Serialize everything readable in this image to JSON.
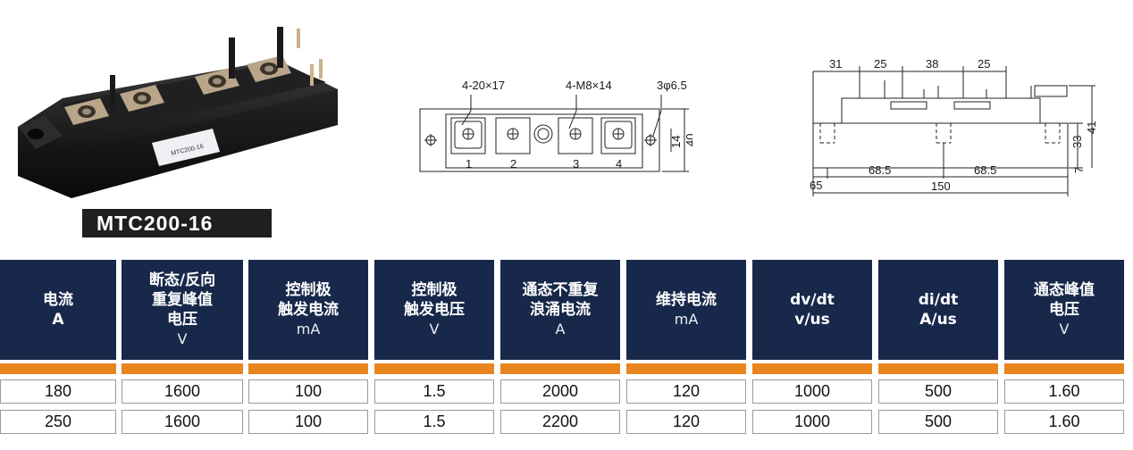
{
  "product": {
    "model": "MTC200-16",
    "photo_label_line1": "MTC200-16"
  },
  "diagram_top": {
    "callout_holes": "4-20×17",
    "callout_screws": "4-M8×14",
    "callout_mount": "3φ6.5",
    "terminal_labels": [
      "1",
      "2",
      "3",
      "4"
    ],
    "dim_14": "14",
    "dim_40": "40"
  },
  "diagram_side": {
    "dims_top": [
      "31",
      "25",
      "38",
      "25"
    ],
    "dim_33": "33",
    "dim_41": "41",
    "dim_7": "7",
    "dims_bottom": [
      "68.5",
      "68.5"
    ],
    "dim_65": "65",
    "dim_150": "150"
  },
  "table": {
    "headers": [
      {
        "lines": [
          "电流",
          "A"
        ],
        "unit": ""
      },
      {
        "lines": [
          "断态/反向",
          "重复峰值",
          "电压"
        ],
        "unit": "V"
      },
      {
        "lines": [
          "控制极",
          "触发电流"
        ],
        "unit": "mA"
      },
      {
        "lines": [
          "控制极",
          "触发电压"
        ],
        "unit": "V"
      },
      {
        "lines": [
          "通态不重复",
          "浪涌电流"
        ],
        "unit": "A"
      },
      {
        "lines": [
          "维持电流"
        ],
        "unit": "mA"
      },
      {
        "lines": [
          "dv/dt",
          "v/us"
        ],
        "unit": ""
      },
      {
        "lines": [
          "di/dt",
          "A/us"
        ],
        "unit": ""
      },
      {
        "lines": [
          "通态峰值",
          "电压"
        ],
        "unit": "V"
      }
    ],
    "rows": [
      [
        "180",
        "1600",
        "100",
        "1.5",
        "2000",
        "120",
        "1000",
        "500",
        "1.60"
      ],
      [
        "250",
        "1600",
        "100",
        "1.5",
        "2200",
        "120",
        "1000",
        "500",
        "1.60"
      ]
    ]
  },
  "colors": {
    "header_bg": "#17284a",
    "accent_bar": "#e8851e",
    "label_bg": "#1f1f1f"
  }
}
